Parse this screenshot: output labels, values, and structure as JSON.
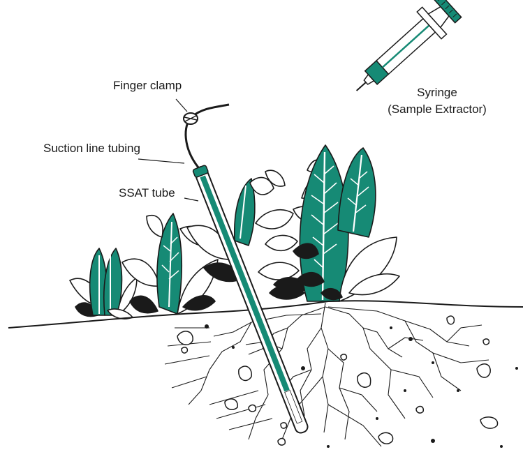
{
  "labels": {
    "finger_clamp": "Finger clamp",
    "suction_line": "Suction line tubing",
    "ssat_tube": "SSAT tube",
    "syringe_line1": "Syringe",
    "syringe_line2": "(Sample Extractor)"
  },
  "colors": {
    "teal": "#168a75",
    "ink": "#1a1a1a",
    "paper": "#ffffff"
  }
}
